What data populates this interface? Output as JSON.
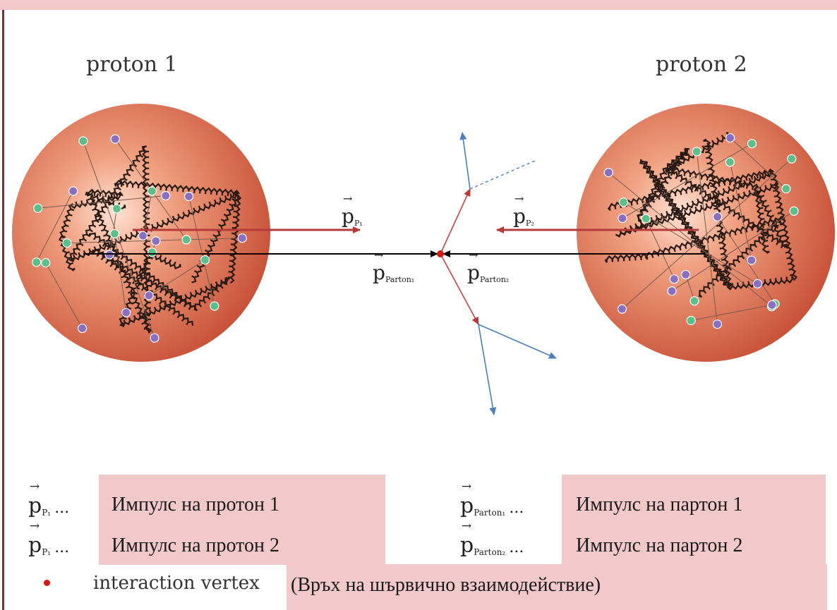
{
  "labels": {
    "proton1": "proton 1",
    "proton2": "proton 2"
  },
  "vectors": {
    "p_symbol": "p",
    "sub_p1": "P₁",
    "sub_p2": "P₂",
    "sub_parton1": "Parton₁",
    "sub_parton2": "Parton₂"
  },
  "legend": {
    "dots": "...",
    "row1_text": "Импулс на протон 1",
    "row2_text": "Импулс на протон 2",
    "row3_text": "Импулс на партон 1",
    "row4_text": "Импулс на партон 2",
    "vertex_label": "interaction vertex",
    "vertex_translation": "(Връх на шървично взаимодействие)"
  },
  "colors": {
    "proton_fill": "#e8866a",
    "arrow_red": "#b53a3a",
    "arrow_black": "#000000",
    "arrow_blue": "#4a7fb8",
    "vertex_red": "#d01818",
    "highlight_pink": "#f2c9cb",
    "quark_green": "#5cbf8a",
    "quark_purple": "#8a6fc0"
  }
}
